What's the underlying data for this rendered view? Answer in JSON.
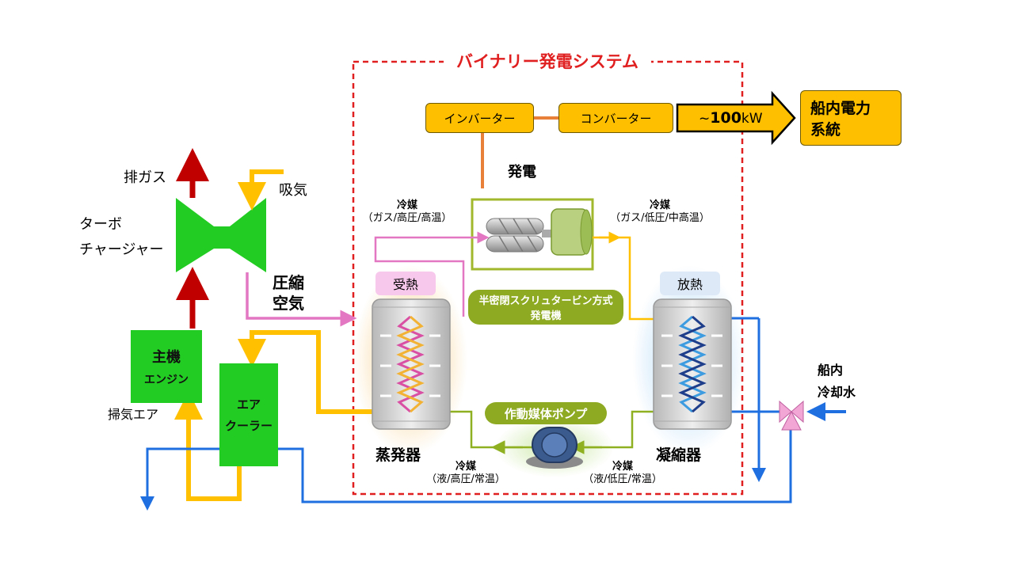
{
  "system_title": "バイナリー発電システム",
  "inverter": "インバーター",
  "converter": "コンバーター",
  "output_prefix": "~",
  "output_value": "100",
  "output_unit": "kW",
  "grid_line1": "船内電力",
  "grid_line2": "系統",
  "generation": "発電",
  "refrigerant_hot_gas": {
    "title": "冷媒",
    "detail": "（ガス/高圧/高温）"
  },
  "refrigerant_warm_gas": {
    "title": "冷媒",
    "detail": "（ガス/低圧/中高温）"
  },
  "refrigerant_liquid_high": {
    "title": "冷媒",
    "detail": "（液/高圧/常温）"
  },
  "refrigerant_liquid_low": {
    "title": "冷媒",
    "detail": "（液/低圧/常温）"
  },
  "heat_receive": "受熱",
  "heat_release": "放熱",
  "turbine_line1": "半密閉スクリュタービン方式",
  "turbine_line2": "発電機",
  "pump_label": "作動媒体ポンプ",
  "evaporator": "蒸発器",
  "condenser": "凝縮器",
  "exhaust_gas": "排ガス",
  "intake": "吸気",
  "turbo_line1": "ターボ",
  "turbo_line2": "チャージャー",
  "compressed_line1": "圧縮",
  "compressed_line2": "空気",
  "main_engine_line1": "主機",
  "main_engine_line2": "エンジン",
  "scavenge_air": "掃気エア",
  "air_cooler_line1": "エア",
  "air_cooler_line2": "クーラー",
  "cooling_water_line1": "船内",
  "cooling_water_line2": "冷却水",
  "colors": {
    "exhaust": "#c00000",
    "intake": "#ffc000",
    "compressed_air": "#e377c2",
    "cooling_water": "#1f6fe0",
    "refrigerant_liquid": "#8eb021",
    "system_border": "#e02020",
    "equipment_green": "#22cc22",
    "box_orange": "#fdbf00"
  }
}
